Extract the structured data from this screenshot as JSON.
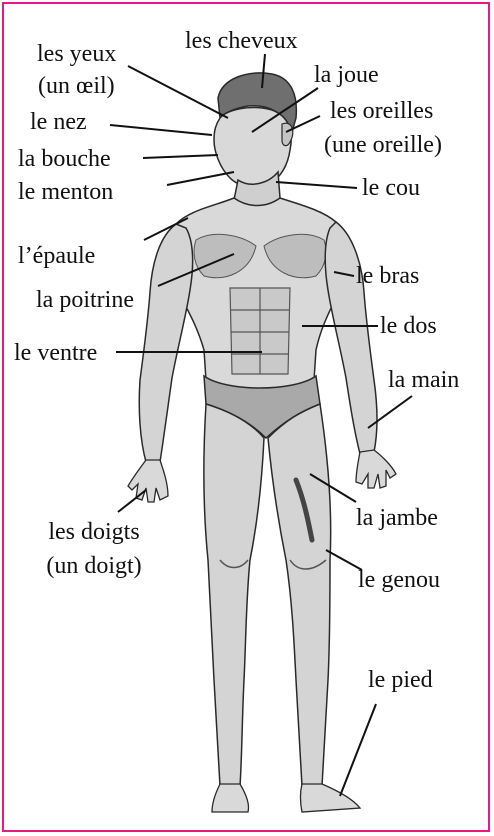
{
  "border_color": "#e4198c",
  "figure": {
    "skin_fill": "#d9d9d9",
    "shade_color": "#6f6f6f",
    "outline_color": "#2a2a2a"
  },
  "labels": {
    "les_yeux": "les yeux",
    "un_oeil": "(un œil)",
    "les_cheveux": "les cheveux",
    "la_joue": "la joue",
    "le_nez": "le nez",
    "les_oreilles": "les oreilles",
    "une_oreille": "(une oreille)",
    "la_bouche": "la bouche",
    "le_menton": "le menton",
    "le_cou": "le cou",
    "l_epaule": "l’épaule",
    "le_bras": "le bras",
    "la_poitrine": "la poitrine",
    "le_dos": "le dos",
    "le_ventre": "le ventre",
    "la_main": "la main",
    "les_doigts": "les doigts",
    "un_doigt": "(un doigt)",
    "la_jambe": "la jambe",
    "le_genou": "le genou",
    "le_pied": "le pied"
  }
}
